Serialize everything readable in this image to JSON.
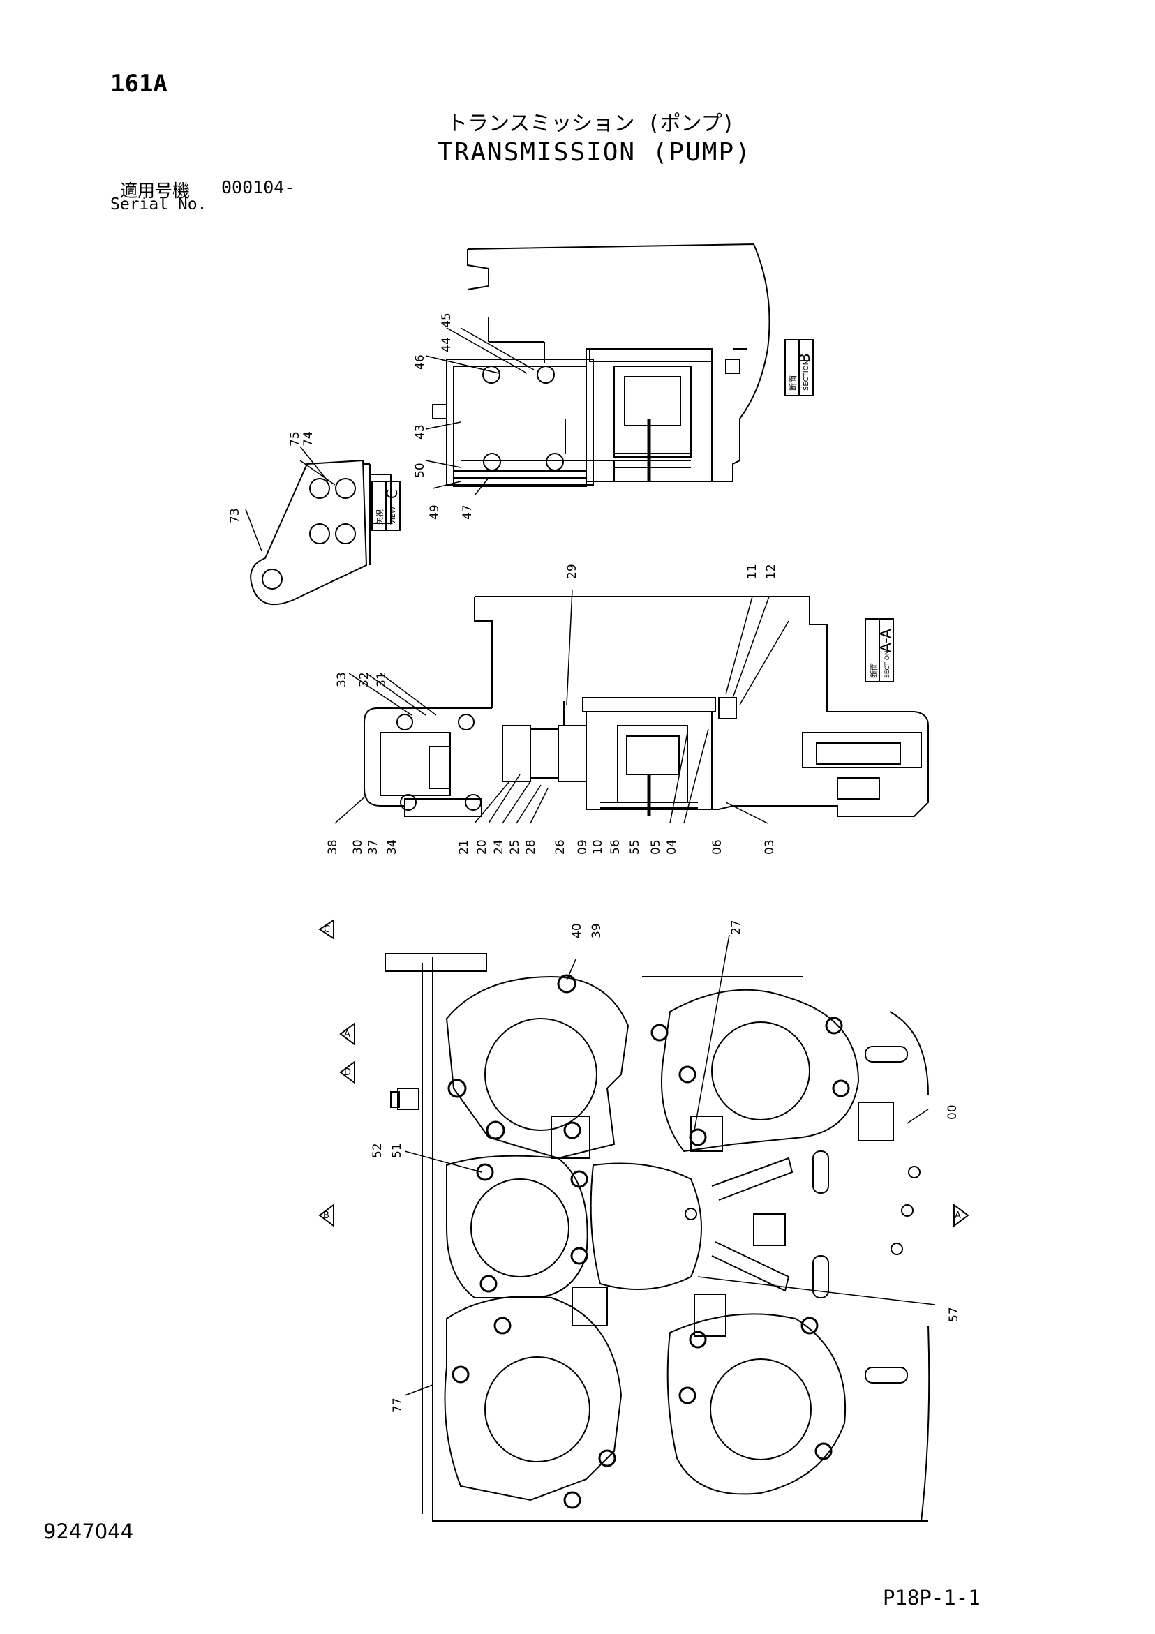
{
  "header": {
    "page_no": "161A",
    "title_jp": "トランスミッション (ポンプ)",
    "title_en": "TRANSMISSION (PUMP)",
    "serial_label_jp": "適用号機",
    "serial_value": "000104-",
    "serial_label_en": "Serial No."
  },
  "footer": {
    "doc_no": "9247044",
    "page_ref": "P18P-1-1"
  },
  "views": {
    "section_b": {
      "jp": "断面",
      "en": "SECTION",
      "letter": "B"
    },
    "view_c": {
      "jp": "矢視",
      "en": "VIEW",
      "letter": "C"
    },
    "section_aa": {
      "jp": "断面",
      "en": "SECTION",
      "letter": "A-A"
    }
  },
  "markers": [
    "C",
    "A",
    "D",
    "B",
    "A"
  ],
  "callouts_top": [
    "46",
    "44",
    "45",
    "43",
    "50",
    "49",
    "47",
    "75",
    "74",
    "73"
  ],
  "callouts_mid": [
    "29",
    "11",
    "12",
    "33",
    "32",
    "31",
    "38",
    "30",
    "37",
    "34",
    "21",
    "20",
    "24",
    "25",
    "28",
    "26",
    "09",
    "10",
    "56",
    "55",
    "05",
    "04",
    "06",
    "03"
  ],
  "callouts_bottom": [
    "40",
    "39",
    "27",
    "00",
    "52",
    "51",
    "57",
    "77"
  ]
}
